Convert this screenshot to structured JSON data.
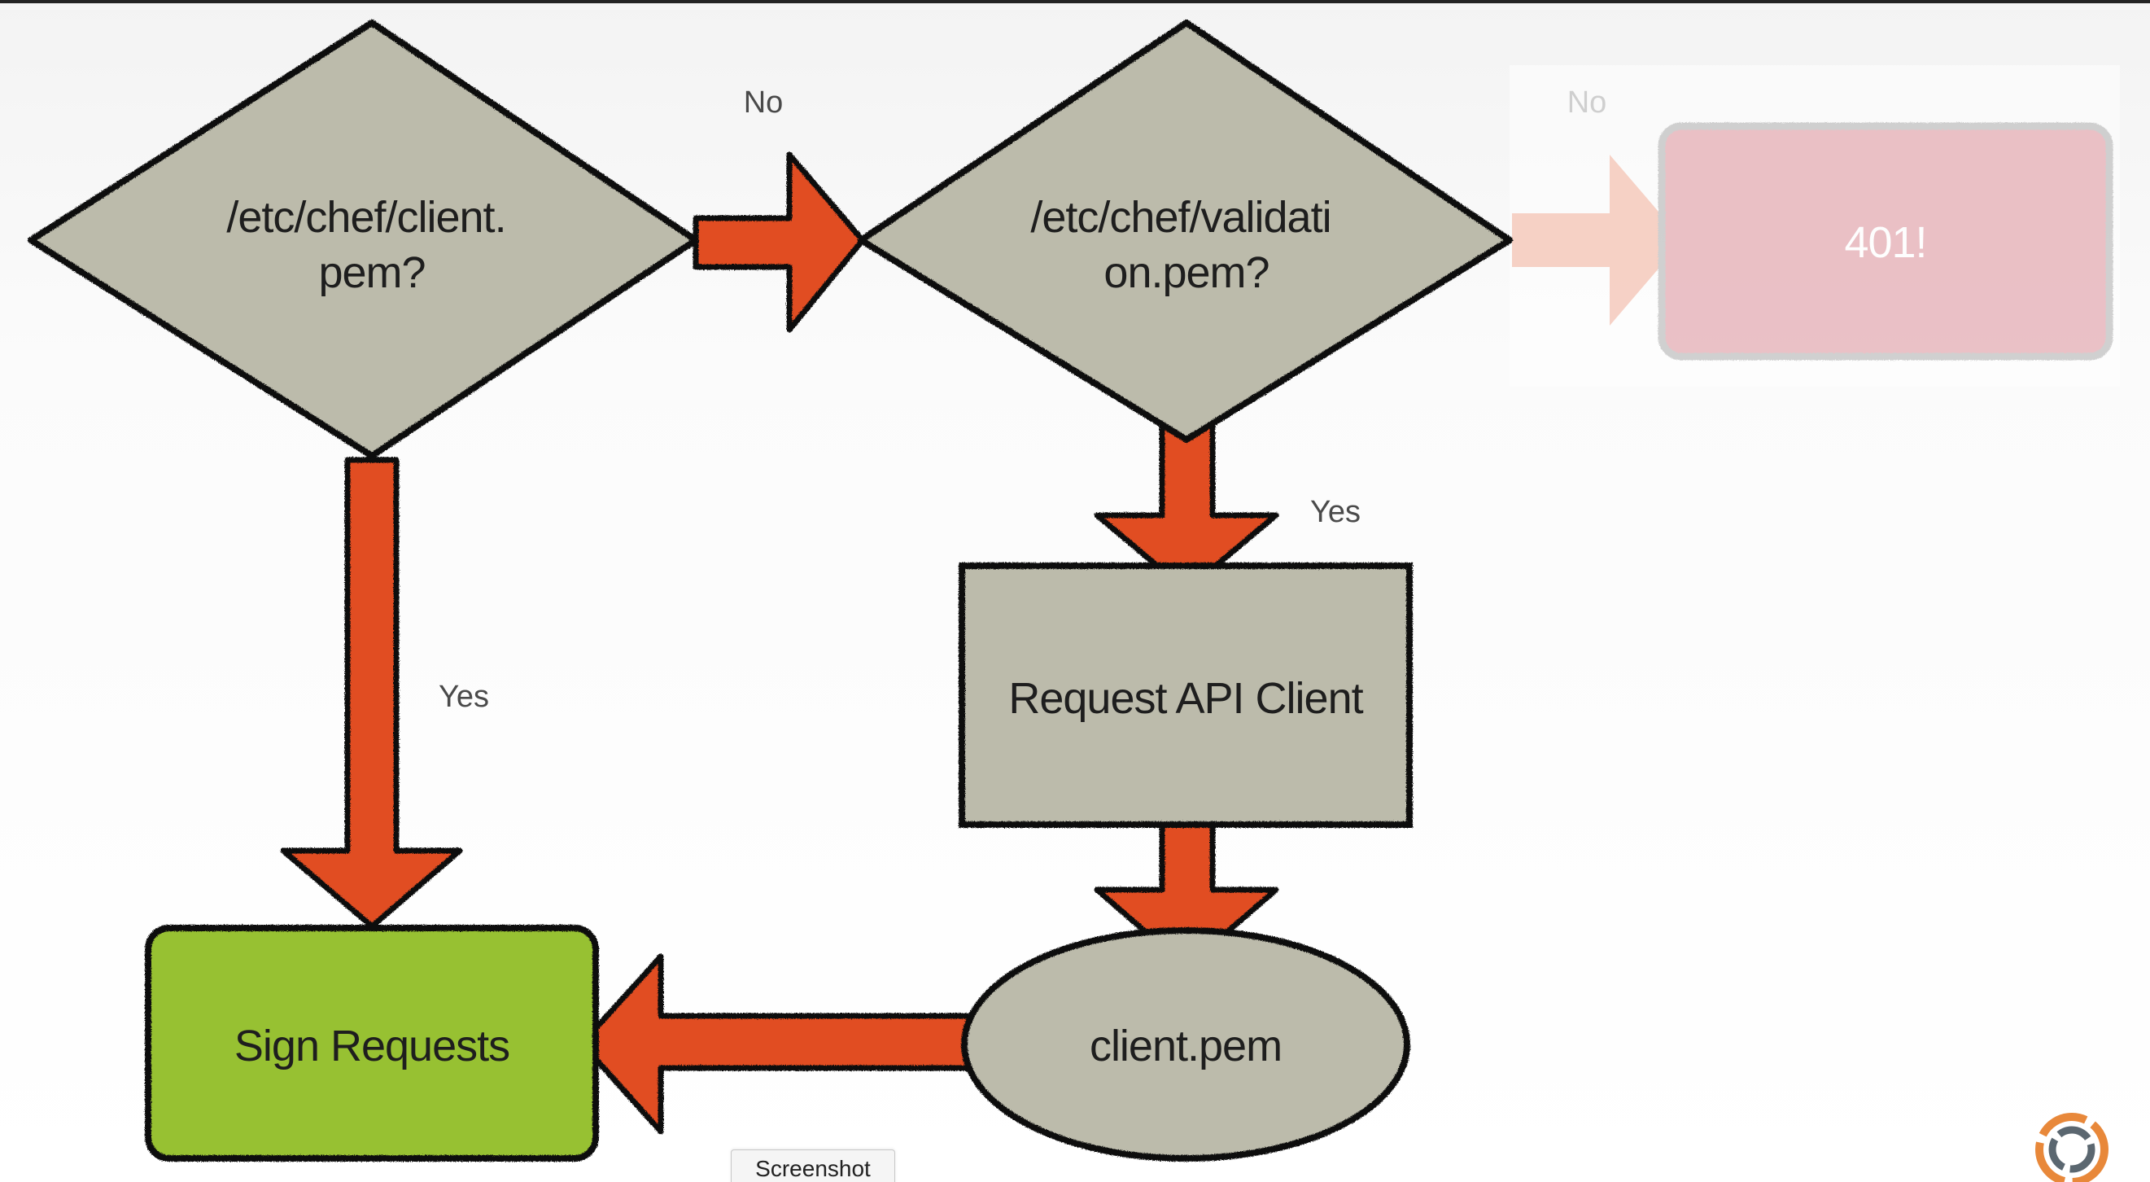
{
  "nodes": {
    "client_pem_check": "/etc/chef/client.\npem?",
    "validation_pem_check": "/etc/chef/validati\non.pem?",
    "error_401": "401!",
    "request_api_client": "Request API Client",
    "client_pem_file": "client.pem",
    "sign_requests": "Sign Requests"
  },
  "edges": {
    "no_to_validation": "No",
    "no_to_401": "No",
    "yes_to_request": "Yes",
    "yes_to_sign": "Yes"
  },
  "footer": {
    "screenshot_tab": "Screenshot"
  },
  "colors": {
    "decision_fill": "#bcbbab",
    "arrow": "#e14d24",
    "sign_fill": "#97c130",
    "error_fill": "#e8b7bd",
    "faded_arrow": "#f6cbbd",
    "outline": "#111111"
  }
}
